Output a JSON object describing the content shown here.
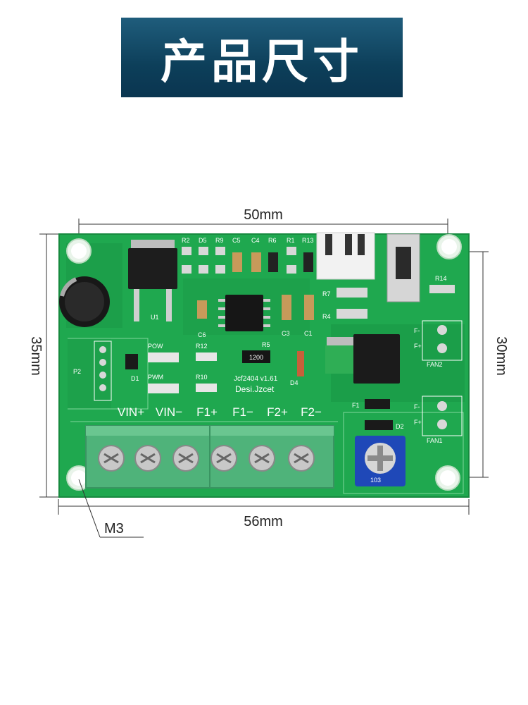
{
  "banner": {
    "title": "产品尺寸"
  },
  "dimensions": {
    "top_width": "50mm",
    "bottom_width": "56mm",
    "left_height": "35mm",
    "right_height": "30mm",
    "hole_label": "M3"
  },
  "board": {
    "terminal_labels": [
      "VIN+",
      "VIN−",
      "F1+",
      "F1−",
      "F2+",
      "F2−"
    ],
    "silk_top": [
      "R2",
      "D5",
      "R9",
      "C5",
      "C4",
      "R6",
      "R1",
      "R13"
    ],
    "silk_misc": {
      "u1": "U1",
      "c6": "C6",
      "r12": "R12",
      "r10": "R10",
      "r5": "R5",
      "r7": "R7",
      "r4": "R4",
      "c3": "C3",
      "c1": "C1",
      "d4": "D4",
      "d1": "D1",
      "p2": "P2",
      "pow": "POW",
      "pwm": "PWM",
      "f1": "F1",
      "d2": "D2",
      "r14": "R14",
      "fan1": "FAN1",
      "fan2": "FAN2",
      "fplus": "F+",
      "fminus": "F-"
    },
    "version": "Jcf2404 v1.61",
    "designer": "Desi.Jzcet",
    "r5_code": "1200",
    "pot_code": "103"
  },
  "colors": {
    "banner": "#0d3f5a",
    "pcb": "#1fa84f",
    "terminal": "#4fb37a"
  }
}
